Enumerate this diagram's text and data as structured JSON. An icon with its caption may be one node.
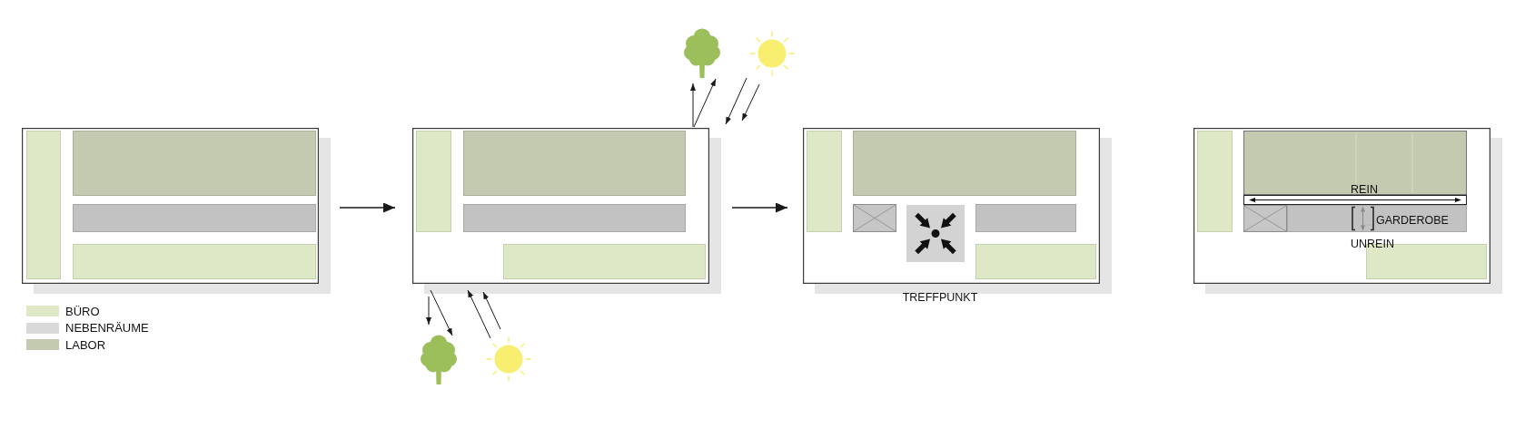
{
  "diagram": {
    "nodes": [
      {
        "text": [],
        "shape": "tree"
      },
      {
        "text": [],
        "shape": "sun"
      },
      {
        "text": [],
        "shape": "box"
      },
      {
        "text": [],
        "shape": "box",
        "in": 2
      },
      {
        "text": [],
        "shape": "box",
        "in": 2
      },
      {
        "text": [],
        "shape": "box",
        "in": 2
      },
      {
        "text": [],
        "shape": "box",
        "in": 2
      },
      {
        "text": [],
        "shape": "box"
      },
      {
        "text": [],
        "shape": "box",
        "in": 7
      },
      {
        "text": [],
        "shape": "box",
        "in": 7
      },
      {
        "text": [],
        "shape": "box",
        "in": 7
      },
      {
        "text": [],
        "shape": "box",
        "in": 7
      },
      {
        "text": [],
        "shape": "box"
      },
      {
        "text": [],
        "shape": "box",
        "in": 12
      },
      {
        "text": [],
        "shape": "box",
        "in": 12
      },
      {
        "text": [],
        "shape": "box",
        "in": 12
      },
      {
        "text": [],
        "shape": "box",
        "in": 12
      },
      {
        "text": [],
        "shape": "box",
        "in": 12
      },
      {
        "text": [],
        "shape": "box",
        "in": 12
      },
      {
        "text": [],
        "shape": "box"
      },
      {
        "text": [],
        "shape": "box",
        "in": 19
      },
      {
        "text": [],
        "shape": "box",
        "in": 19
      },
      {
        "text": [],
        "shape": "bar",
        "in": 19
      },
      {
        "text": [],
        "shape": "box",
        "in": 19
      },
      {
        "text": [],
        "shape": "box",
        "in": 19
      },
      {
        "text": [],
        "shape": "box",
        "in": 19
      },
      {
        "text": [],
        "shape": "tree"
      },
      {
        "text": [],
        "shape": "sun"
      }
    ],
    "edges": [
      {
        "from": 2,
        "to": 7,
        "arrow": "to"
      },
      {
        "from": 7,
        "to": 12,
        "arrow": "to"
      },
      {
        "from": 7,
        "to": 0,
        "arrow": "to"
      },
      {
        "from": 7,
        "to": 0,
        "arrow": "to"
      },
      {
        "from": 1,
        "to": 7,
        "arrow": "to"
      },
      {
        "from": 1,
        "to": 7,
        "arrow": "to"
      },
      {
        "from": 7,
        "to": 26,
        "arrow": "to"
      },
      {
        "from": 7,
        "to": 26,
        "arrow": "to"
      },
      {
        "from": 27,
        "to": 7,
        "arrow": "to"
      },
      {
        "from": 27,
        "to": 7,
        "arrow": "to"
      }
    ],
    "labels": [
      "TREFFPUNKT",
      "REIN",
      "GARDEROBE",
      "UNREIN"
    ],
    "legend": [
      {
        "text": "BÜRO",
        "color": "#dee8c6"
      },
      {
        "text": "NEBENRÄUME",
        "color": "#d9d9d9"
      },
      {
        "text": "LABOR",
        "color": "#c4cab0"
      }
    ]
  }
}
